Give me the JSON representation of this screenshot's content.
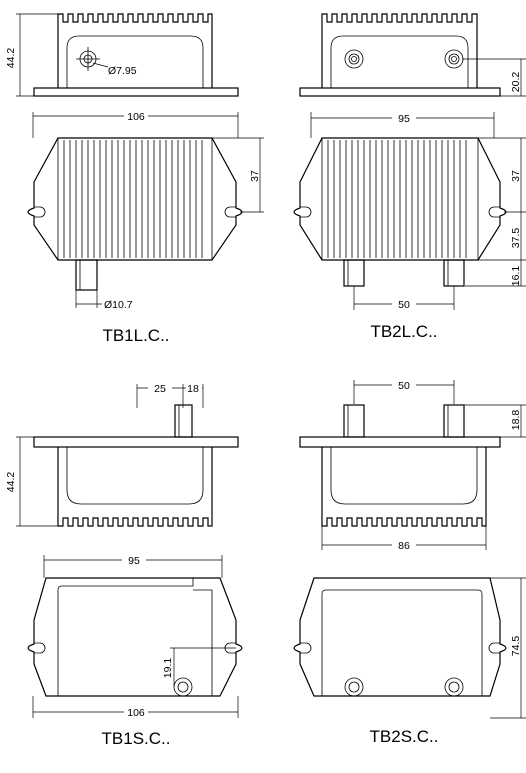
{
  "captions": {
    "tb1l": "TB1L.C..",
    "tb2l": "TB2L.C..",
    "tb1s": "TB1S.C..",
    "tb2s": "TB2S.C.."
  },
  "dims": {
    "tb1l_height": "44.2",
    "tb1l_hole": "Ø7.95",
    "tb2l_side": "20.2",
    "tb1l_width": "106",
    "tb1l_right": "37",
    "tb1l_shaft": "Ø10.7",
    "tb2l_width": "95",
    "tb2l_right_37": "37",
    "tb2l_right_375": "37.5",
    "tb2l_right_161": "16.1",
    "tb2l_spacing": "50",
    "tb1s_25": "25",
    "tb1s_18": "18",
    "tb2s_50": "50",
    "tb2s_188": "18.8",
    "tb1s_height": "44.2",
    "tb2s_86": "86",
    "tb1s_95": "95",
    "tb1s_191": "19.1",
    "tb1s_106": "106",
    "tb2s_745": "74.5"
  }
}
